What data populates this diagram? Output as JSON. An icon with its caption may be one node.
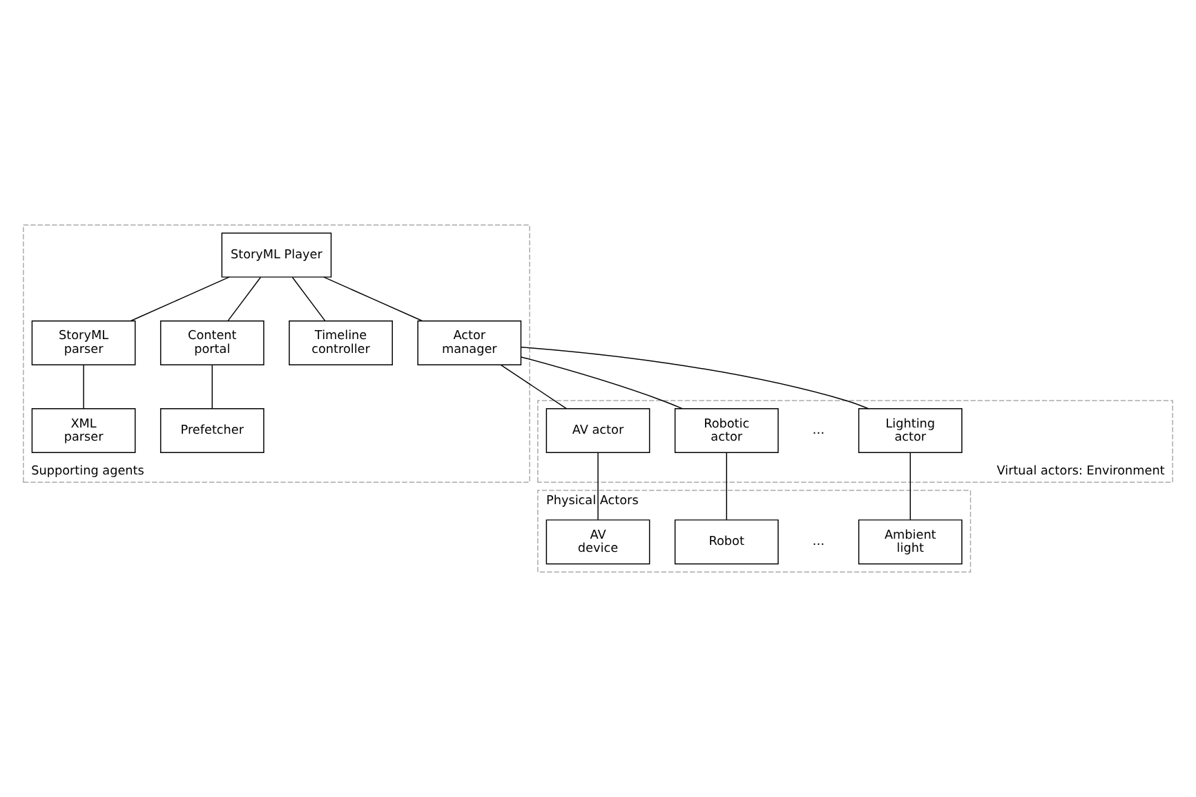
{
  "diagram": {
    "nodes": [
      {
        "text": [
          "Supporting agents"
        ]
      },
      {
        "text": [
          "StoryML Player"
        ],
        "in": 0
      },
      {
        "text": [
          "StoryML parser"
        ],
        "in": 0
      },
      {
        "text": [
          "Content portal"
        ],
        "in": 0
      },
      {
        "text": [
          "Timeline controller"
        ],
        "in": 0
      },
      {
        "text": [
          "Actor manager"
        ],
        "in": 0
      },
      {
        "text": [
          "XML parser"
        ],
        "in": 0
      },
      {
        "text": [
          "Prefetcher"
        ],
        "in": 0
      },
      {
        "text": [
          "Virtual actors: Environment"
        ]
      },
      {
        "text": [
          "AV actor"
        ],
        "in": 8
      },
      {
        "text": [
          "Robotic actor"
        ],
        "in": 8
      },
      {
        "text": [
          "Lighting actor"
        ],
        "in": 8
      },
      {
        "text": [
          "Physical Actors"
        ]
      },
      {
        "text": [
          "AV device"
        ],
        "in": 12
      },
      {
        "text": [
          "Robot"
        ],
        "in": 12
      },
      {
        "text": [
          "Ambient light"
        ],
        "in": 12
      }
    ],
    "edges": [
      {
        "from": 1,
        "to": 2,
        "arrow": "none"
      },
      {
        "from": 1,
        "to": 3,
        "arrow": "none"
      },
      {
        "from": 1,
        "to": 4,
        "arrow": "none"
      },
      {
        "from": 1,
        "to": 5,
        "arrow": "none"
      },
      {
        "from": 2,
        "to": 6,
        "arrow": "none"
      },
      {
        "from": 3,
        "to": 7,
        "arrow": "none"
      },
      {
        "from": 5,
        "to": 9,
        "arrow": "none"
      },
      {
        "from": 5,
        "to": 10,
        "arrow": "none"
      },
      {
        "from": 5,
        "to": 11,
        "arrow": "none"
      },
      {
        "from": 9,
        "to": 13,
        "arrow": "none"
      },
      {
        "from": 10,
        "to": 14,
        "arrow": "none"
      },
      {
        "from": 11,
        "to": 15,
        "arrow": "none"
      }
    ],
    "labels": [
      "…",
      "…"
    ]
  }
}
